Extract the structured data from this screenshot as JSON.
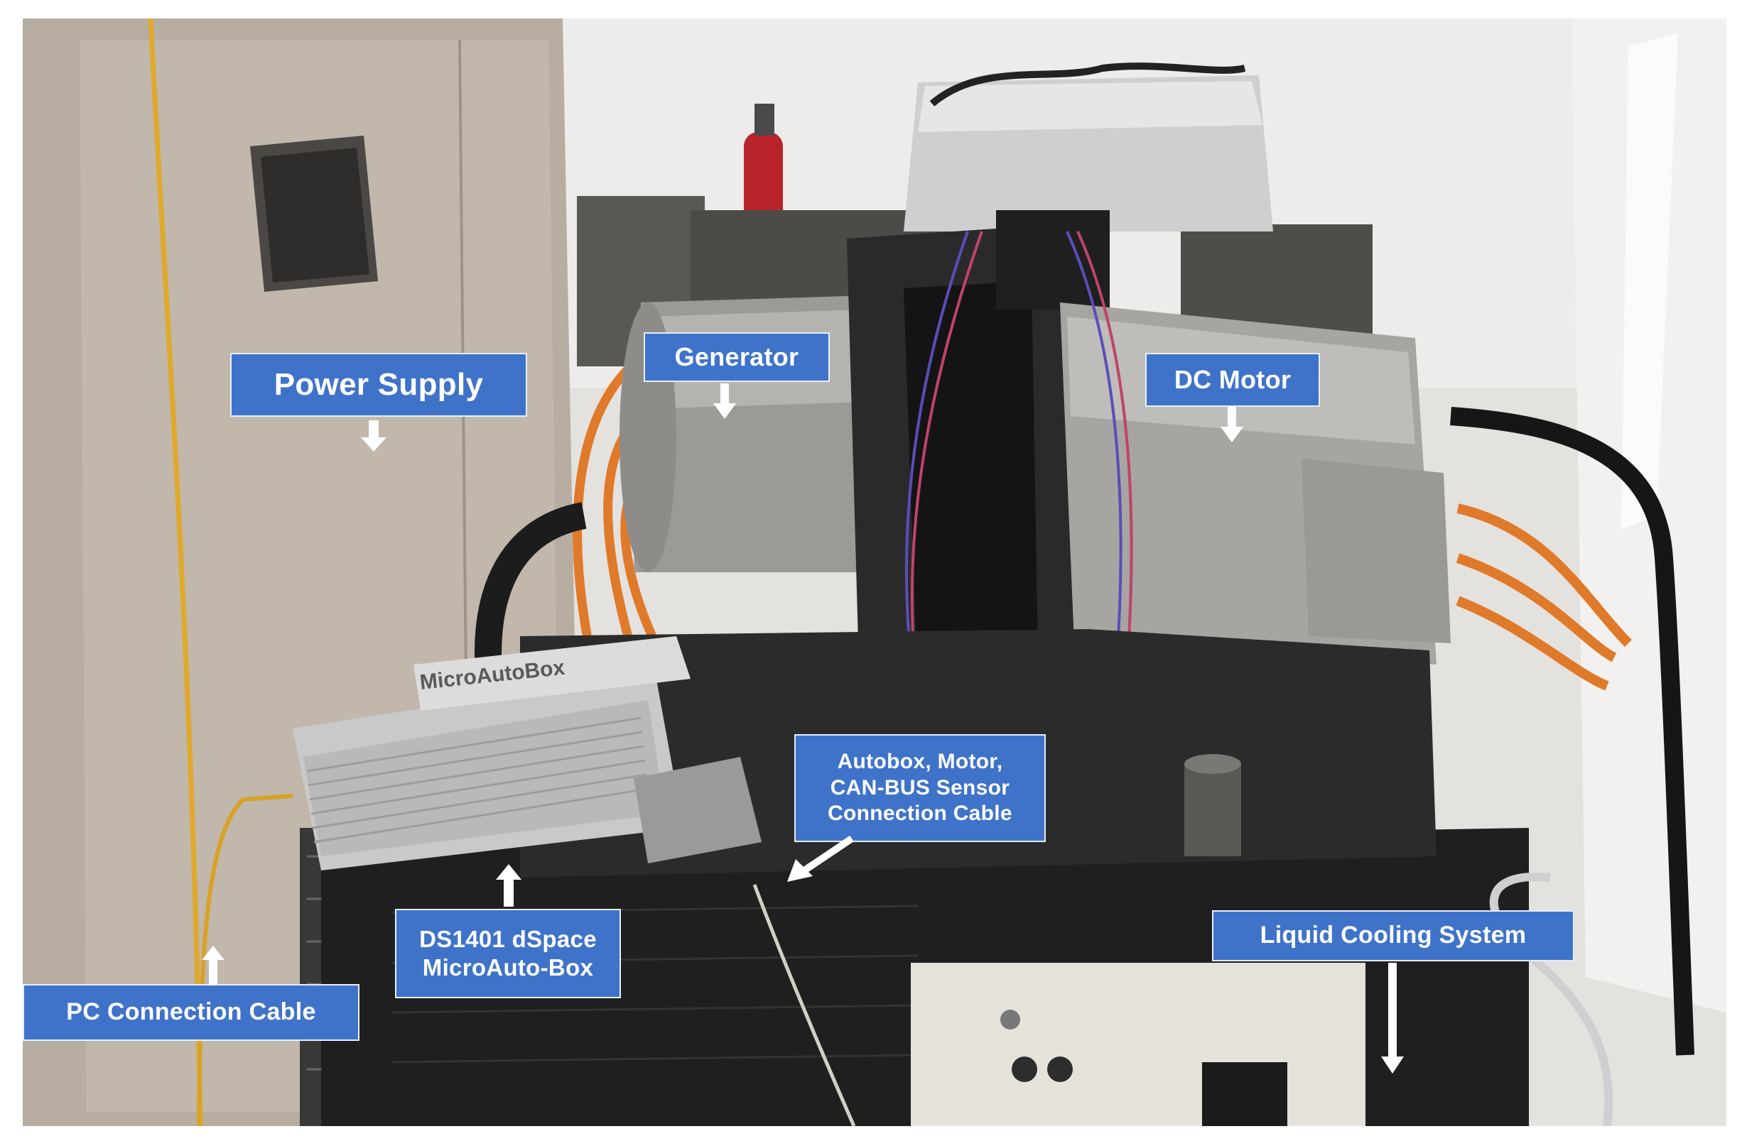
{
  "labels": {
    "power_supply": "Power Supply",
    "generator": "Generator",
    "dc_motor": "DC Motor",
    "autobox_cable": "Autobox, Motor,\nCAN-BUS Sensor\nConnection Cable",
    "microautobox": "DS1401 dSpace\nMicroAuto-Box",
    "pc_cable": "PC Connection Cable",
    "liquid_cooling": "Liquid Cooling System"
  },
  "device_text": {
    "microautobox_brand": "MicroAutoBox"
  },
  "colors": {
    "label_fill": "#3f73c9",
    "label_text": "#ffffff",
    "arrow": "#ffffff"
  }
}
